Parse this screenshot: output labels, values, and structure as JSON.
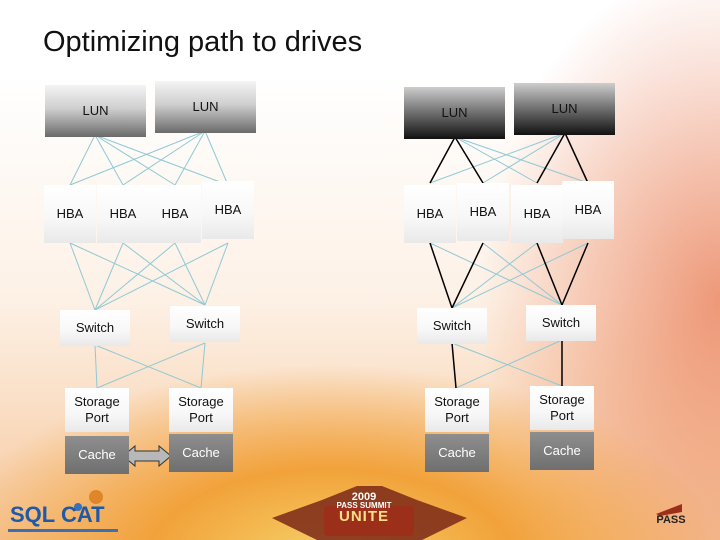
{
  "title": "Optimizing path to drives",
  "left_config": {
    "luns": [
      "LUN",
      "LUN"
    ],
    "hbas": [
      "HBA",
      "HBA",
      "HBA",
      "HBA"
    ],
    "switches": [
      "Switch",
      "Switch"
    ],
    "storage_ports": [
      "Storage Port",
      "Storage Port"
    ],
    "caches": [
      "Cache",
      "Cache"
    ]
  },
  "right_config": {
    "luns": [
      "LUN",
      "LUN"
    ],
    "hbas": [
      "HBA",
      "HBA",
      "HBA",
      "HBA"
    ],
    "switches": [
      "Switch",
      "Switch"
    ],
    "storage_ports": [
      "Storage Port",
      "Storage Port"
    ],
    "caches": [
      "Cache",
      "Cache"
    ]
  },
  "colors": {
    "light_wire": "#8ec9d6",
    "dark_wire": "#000000",
    "cache_link": "#b8b8b8"
  },
  "logos": {
    "left": "SQL CAT",
    "center_year": "2009",
    "center_sub": "PASS SUMMIT",
    "center_main": "UNITE",
    "right": "PASS"
  }
}
